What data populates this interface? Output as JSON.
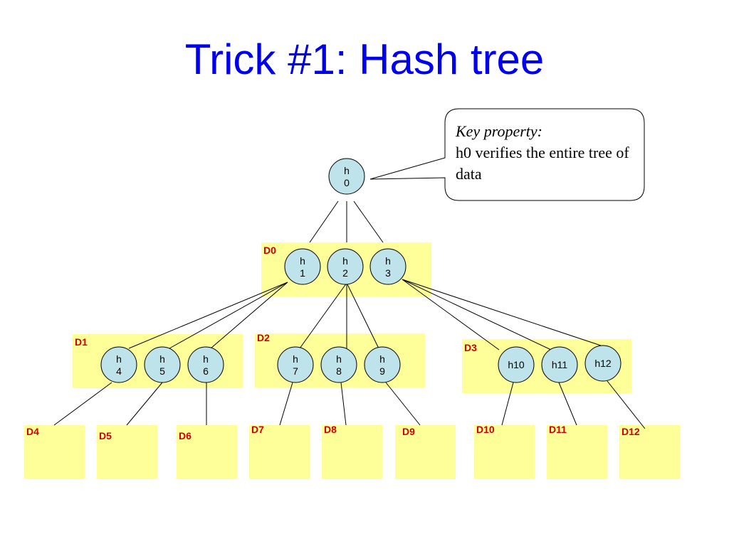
{
  "title": "Trick #1: Hash tree",
  "callout": {
    "heading": "Key property:",
    "body": "h0 verifies the entire tree of data"
  },
  "colors": {
    "title": "#0000ee",
    "node_fill": "#bfe3ea",
    "block_fill": "#ffff99",
    "block_label": "#cc0000"
  },
  "nodes": [
    {
      "id": "h0",
      "lines": [
        "h",
        "0"
      ]
    },
    {
      "id": "h1",
      "lines": [
        "h",
        "1"
      ]
    },
    {
      "id": "h2",
      "lines": [
        "h",
        "2"
      ]
    },
    {
      "id": "h3",
      "lines": [
        "h",
        "3"
      ]
    },
    {
      "id": "h4",
      "lines": [
        "h",
        "4"
      ]
    },
    {
      "id": "h5",
      "lines": [
        "h",
        "5"
      ]
    },
    {
      "id": "h6",
      "lines": [
        "h",
        "6"
      ]
    },
    {
      "id": "h7",
      "lines": [
        "h",
        "7"
      ]
    },
    {
      "id": "h8",
      "lines": [
        "h",
        "8"
      ]
    },
    {
      "id": "h9",
      "lines": [
        "h",
        "9"
      ]
    },
    {
      "id": "h10",
      "lines": [
        "h10"
      ]
    },
    {
      "id": "h11",
      "lines": [
        "h11"
      ]
    },
    {
      "id": "h12",
      "lines": [
        "h12"
      ]
    }
  ],
  "blocks": [
    "D0",
    "D1",
    "D2",
    "D3",
    "D4",
    "D5",
    "D6",
    "D7",
    "D8",
    "D9",
    "D10",
    "D11",
    "D12"
  ],
  "edges": [
    [
      "h0",
      "h1"
    ],
    [
      "h0",
      "h2"
    ],
    [
      "h0",
      "h3"
    ],
    [
      "h1",
      "h4"
    ],
    [
      "h1",
      "h5"
    ],
    [
      "h1",
      "h6"
    ],
    [
      "h2",
      "h7"
    ],
    [
      "h2",
      "h8"
    ],
    [
      "h2",
      "h9"
    ],
    [
      "h3",
      "h10"
    ],
    [
      "h3",
      "h11"
    ],
    [
      "h3",
      "h12"
    ],
    [
      "h4",
      "D4"
    ],
    [
      "h5",
      "D5"
    ],
    [
      "h6",
      "D6"
    ],
    [
      "h7",
      "D7"
    ],
    [
      "h8",
      "D8"
    ],
    [
      "h9",
      "D9"
    ],
    [
      "h10",
      "D10"
    ],
    [
      "h11",
      "D11"
    ],
    [
      "h12",
      "D12"
    ]
  ]
}
